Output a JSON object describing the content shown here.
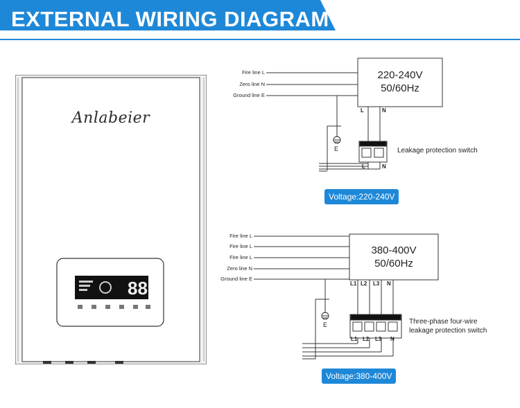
{
  "banner": {
    "title": "EXTERNAL WIRING DIAGRAM",
    "color": "#1e88d8"
  },
  "heater": {
    "brand": "Anlabeier",
    "display_digits": "88"
  },
  "single_phase": {
    "lines": [
      "Fire line L",
      "Zero line N",
      "Ground line E"
    ],
    "box": {
      "voltage": "220-240V",
      "frequency": "50/60Hz"
    },
    "terminals": [
      "L",
      "N"
    ],
    "ground_label": "E",
    "switch_label": "Leakage protection switch",
    "badge": "Voltage:220-240V"
  },
  "three_phase": {
    "lines": [
      "Fire line L",
      "Fire line L",
      "Fire line L",
      "Zero line N",
      "Ground line E"
    ],
    "box": {
      "voltage": "380-400V",
      "frequency": "50/60Hz"
    },
    "terminals": [
      "L1",
      "L2",
      "L3",
      "N"
    ],
    "ground_label": "E",
    "switch_label_1": "Three-phase four-wire",
    "switch_label_2": "leakage protection switch",
    "badge": "Voltage:380-400V"
  }
}
